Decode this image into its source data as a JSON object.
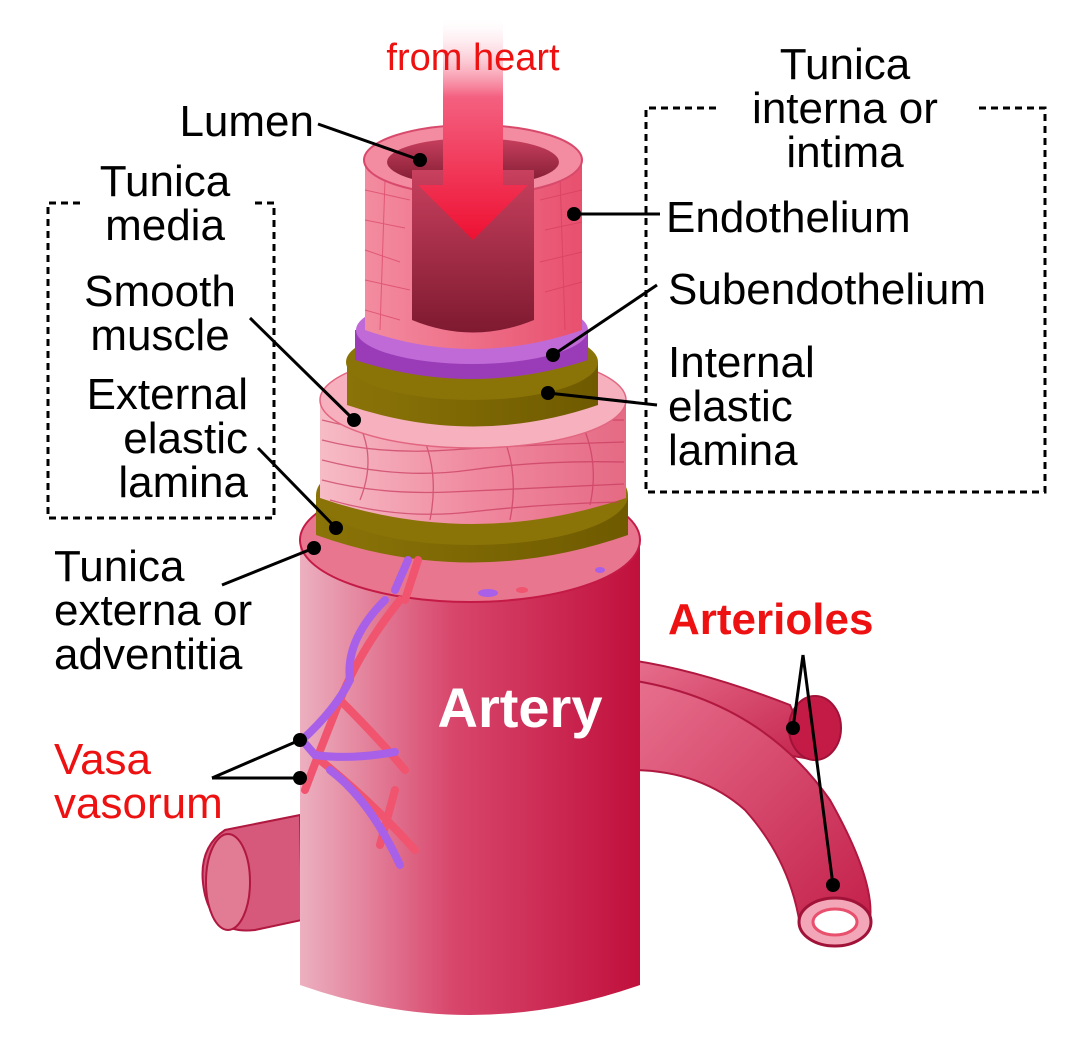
{
  "labels": {
    "from_heart": "from heart",
    "lumen": "Lumen",
    "tunica_interna": [
      "Tunica",
      "interna or",
      "intima"
    ],
    "endothelium": "Endothelium",
    "subendothelium": "Subendothelium",
    "internal_elastic_lamina": [
      "Internal",
      "elastic",
      "lamina"
    ],
    "tunica_media": [
      "Tunica",
      "media"
    ],
    "smooth_muscle": [
      "Smooth",
      "muscle"
    ],
    "external_elastic_lamina": [
      "External",
      "elastic",
      "lamina"
    ],
    "tunica_externa": [
      "Tunica",
      "externa or",
      "adventitia"
    ],
    "vasa_vasorum": [
      "Vasa",
      "vasorum"
    ],
    "arterioles": "Arterioles",
    "artery": "Artery"
  },
  "colors": {
    "label_red": "#ee1111",
    "artery_dark": "#c0123e",
    "artery_light": "#ecb0c0",
    "endothelium_pink": "#ee6f88",
    "subendothelium_purple": "#9a3cb8",
    "elastic_olive": "#7a6300",
    "smooth_muscle_pink": "#f4a2b2",
    "arrow_red": "#ee1133",
    "vessel_purple": "#a860e8",
    "vessel_red": "#f0546f"
  }
}
